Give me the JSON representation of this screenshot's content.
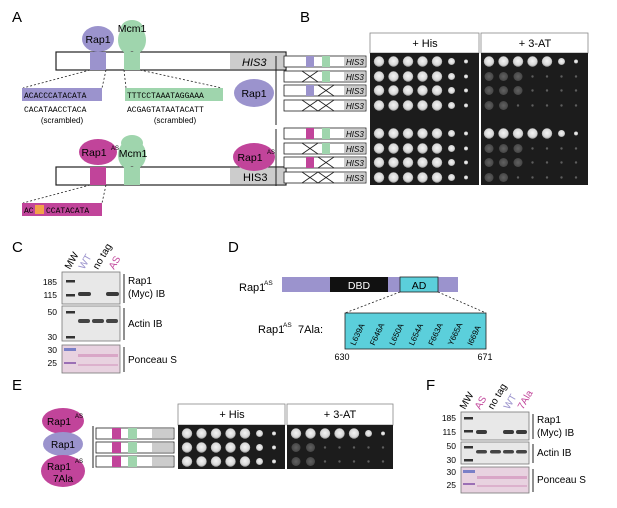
{
  "panels": {
    "a": "A",
    "b": "B",
    "c": "C",
    "d": "D",
    "e": "E",
    "f": "F"
  },
  "colors": {
    "rap1": "#9b93cd",
    "rap1_as": "#c1449a",
    "mcm1": "#9fd5ad",
    "gray": "#cccccc",
    "ad": "#45c7d4",
    "ad_fill": "#5bcfdb",
    "dbd": "#111111",
    "ponceau": "#d9a9c6"
  },
  "panel_a": {
    "rap1_label": "Rap1",
    "mcm1_label": "Mcm1",
    "his3_label": "HIS3",
    "rap1_site": "ACACCCATACATA",
    "mcm1_site": "TTTCCTAAATAGGAAA",
    "rap1_scrambled": "CACATAACCTACA",
    "mcm1_scrambled": "ACGAGTATAATACATT",
    "scrambled_note": "(scrambled)",
    "rap1_as_label": "Rap1",
    "as_sup": "AS",
    "his3_plain": "HIS3",
    "as_site_pre": "AC",
    "as_site_post": "CCATACATA"
  },
  "panel_b": {
    "header_his": "+ His",
    "header_3at": "+ 3-AT",
    "rap1_label": "Rap1",
    "rap1_as_label": "Rap1",
    "as_sup": "AS",
    "his3": "HIS3"
  },
  "panel_c": {
    "lanes": [
      "MW",
      "WT",
      "no tag",
      "AS"
    ],
    "mw_markers_top": [
      "185",
      "115"
    ],
    "mw_markers_mid": [
      "50",
      "30"
    ],
    "mw_markers_bottom": [
      "30",
      "25"
    ],
    "blot1_label_line1": "Rap1",
    "blot1_label_line2": "(Myc) IB",
    "blot2_label": "Actin IB",
    "blot3_label": "Ponceau S"
  },
  "panel_d": {
    "protein_label": "Rap1",
    "as_sup": "AS",
    "dbd": "DBD",
    "ad": "AD",
    "mutant_label": "7Ala:",
    "mutations": [
      "L639A",
      "F646A",
      "L650A",
      "L654A",
      "F663A",
      "Y665A",
      "I669A"
    ],
    "start": "630",
    "end": "671"
  },
  "panel_e": {
    "header_his": "+ His",
    "header_3at": "+ 3-AT",
    "row1": "Rap1",
    "row2": "Rap1",
    "row3_line1": "Rap1",
    "row3_line2": "7Ala",
    "as_sup": "AS"
  },
  "panel_f": {
    "lanes": [
      "MW",
      "AS",
      "no tag",
      "WT",
      "7Ala"
    ],
    "mw_markers_top": [
      "185",
      "115"
    ],
    "mw_markers_mid": [
      "50",
      "30"
    ],
    "mw_markers_bottom": [
      "30",
      "25"
    ],
    "blot1_label_line1": "Rap1",
    "blot1_label_line2": "(Myc) IB",
    "blot2_label": "Actin IB",
    "blot3_label": "Ponceau S"
  }
}
